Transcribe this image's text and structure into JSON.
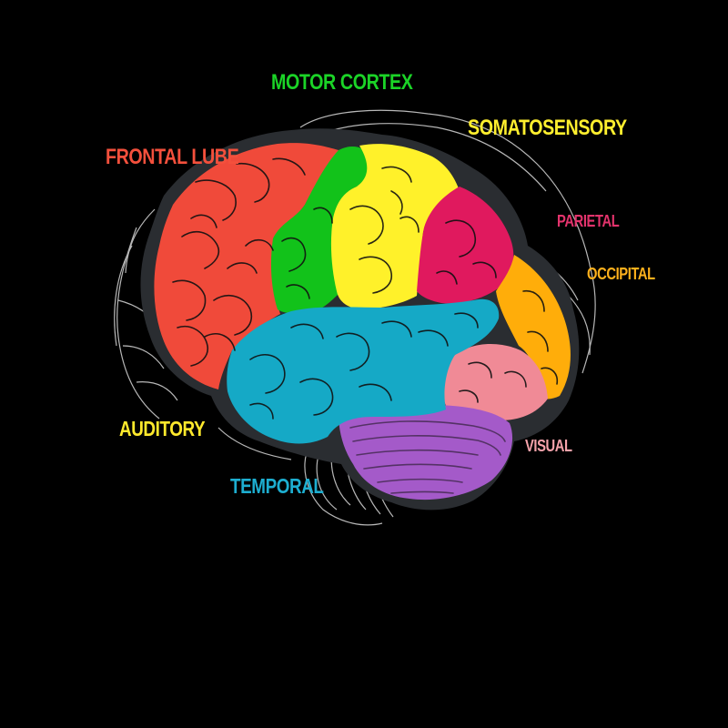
{
  "labels": {
    "motor_cortex": "MOTOR CORTEX",
    "somatosensory": "SOMATOSENSORY",
    "frontal_lobe": "FRONTAL LUBE",
    "parietal": "PARIETAL",
    "occipital": "OCCIPITAL",
    "auditory": "AUDITORY",
    "visual": "VISUAL",
    "temporal": "TEMPORAL"
  },
  "colors": {
    "background": "#000000",
    "outline": "#2a2d31",
    "frontal": "#f04a3a",
    "motor": "#12c21a",
    "somatosensory": "#fff12a",
    "parietal": "#e0195e",
    "occipital": "#ffad0a",
    "visual": "#f08a96",
    "temporal": "#15a9c6",
    "cerebellum": "#a45ac9",
    "motor_label": "#1bd427",
    "somato_label": "#ffef2e",
    "frontal_label": "#f4503c",
    "parietal_label": "#e3336c",
    "occipital_label": "#ffb11c",
    "auditory_label": "#ffe92c",
    "visual_label": "#f6a3ab",
    "temporal_label": "#1daed0"
  }
}
